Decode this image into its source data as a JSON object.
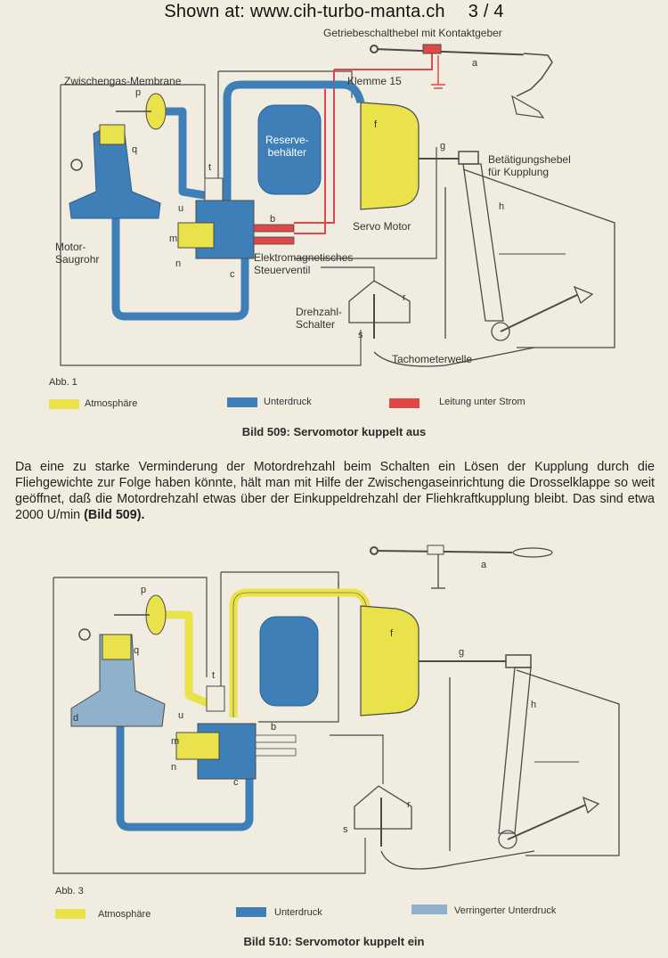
{
  "header": {
    "text": "Shown at: www.cih-turbo-manta.ch",
    "page": "3 / 4"
  },
  "colors": {
    "atmosphere": "#e9e24a",
    "vacuum": "#3f7fb8",
    "reduced_vacuum": "#8fb1cc",
    "current": "#e04848",
    "line": "#4a4a4a"
  },
  "fig1": {
    "labels": {
      "gear_lever": "Getriebeschalthebel mit Kontaktgeber",
      "membrane": "Zwischengas-Membrane",
      "terminal": "Klemme 15",
      "reservoir": "Reserve-\nbehälter",
      "clutch_lever": "Betätigungshebel\nfür Kupplung",
      "servo": "Servo Motor",
      "manifold": "Motor-\nSaugrohr",
      "valve": "Elektromagnetisches\nSteuerventil",
      "rpm_switch": "Drehzahl-\nSchalter",
      "speedo_shaft": "Tachometerwelle"
    },
    "letters": {
      "a": "a",
      "p": "p",
      "q": "q",
      "t": "t",
      "f": "f",
      "g": "g",
      "h": "h",
      "u": "u",
      "m": "m",
      "n": "n",
      "c": "c",
      "b": "b",
      "r": "r",
      "s": "s"
    },
    "abb": "Abb. 1",
    "legend": [
      "Atmosphäre",
      "Unterdruck",
      "Leitung unter Strom"
    ],
    "caption_bold": "Bild 509: Servomotor kuppelt aus"
  },
  "paragraph": {
    "text": "Da eine zu starke Verminderung der Motordrehzahl beim Schalten ein Lösen der Kupplung durch die Fliehgewichte zur Folge haben könnte, hält man mit Hilfe der Zwischengaseinrichtung die Drosselklappe so weit geöffnet, daß die Motordrehzahl etwas über der Einkuppeldrehzahl der Fliehkraftkupplung bleibt. Das sind etwa 2000 U/min",
    "ref": "(Bild 509)."
  },
  "fig2": {
    "letters": {
      "a": "a",
      "p": "p",
      "q": "q",
      "d": "d",
      "u": "u",
      "t": "t",
      "f": "f",
      "g": "g",
      "h": "h",
      "b": "b",
      "m": "m",
      "n": "n",
      "c": "c",
      "r": "r",
      "s": "s"
    },
    "abb": "Abb. 3",
    "legend": [
      "Atmosphäre",
      "Unterdruck",
      "Verringerter Unterdruck"
    ],
    "caption_bold": "Bild 510: Servomotor kuppelt ein"
  }
}
